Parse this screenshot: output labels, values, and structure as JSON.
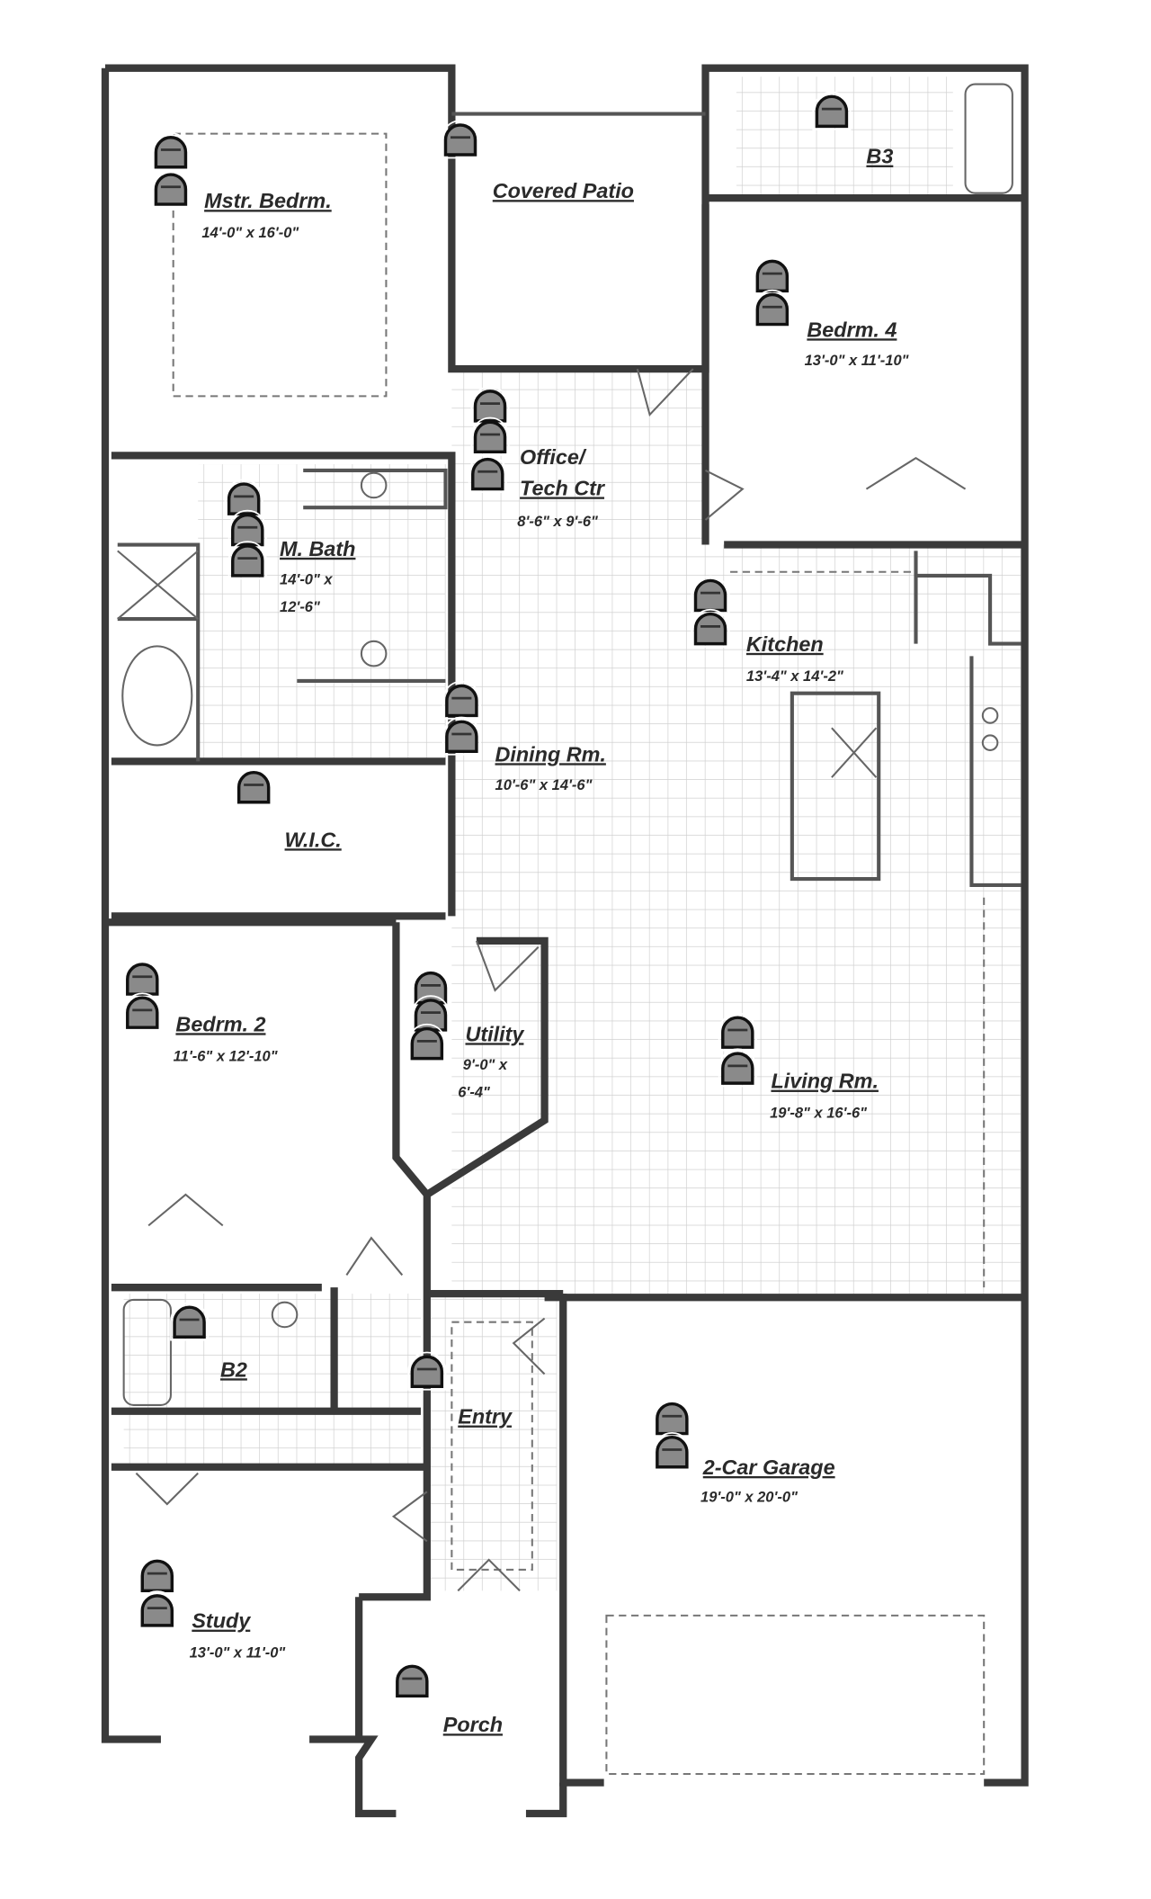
{
  "rooms": {
    "master_bedroom": {
      "name": "Mstr. Bedrm.",
      "dims": "14'-0\" x 16'-0\""
    },
    "covered_patio": {
      "name": "Covered Patio"
    },
    "bath3": {
      "name": "B3"
    },
    "bedroom4": {
      "name": "Bedrm. 4",
      "dims": "13'-0\" x 11'-10\""
    },
    "office": {
      "name_line1": "Office/",
      "name_line2": "Tech Ctr",
      "dims": "8'-6\" x 9'-6\""
    },
    "master_bath": {
      "name": "M. Bath",
      "dims_line1": "14'-0\" x",
      "dims_line2": "12'-6\""
    },
    "kitchen": {
      "name": "Kitchen",
      "dims": "13'-4\" x 14'-2\""
    },
    "dining": {
      "name": "Dining Rm.",
      "dims": "10'-6\" x 14'-6\""
    },
    "wic": {
      "name": "W.I.C."
    },
    "bedroom2": {
      "name": "Bedrm. 2",
      "dims": "11'-6\" x 12'-10\""
    },
    "utility": {
      "name": "Utility",
      "dims_line1": "9'-0\" x",
      "dims_line2": "6'-4\""
    },
    "living": {
      "name": "Living Rm.",
      "dims": "19'-8\" x 16'-6\""
    },
    "bath2": {
      "name": "B2"
    },
    "entry": {
      "name": "Entry"
    },
    "garage": {
      "name": "2-Car Garage",
      "dims": "19'-0\" x 20'-0\""
    },
    "study": {
      "name": "Study",
      "dims": "13'-0\" x 11'-0\""
    },
    "porch": {
      "name": "Porch"
    }
  },
  "marker_icon": "camera-view-marker",
  "colors": {
    "wall": "#3a3a3a",
    "marker_fill": "#8a8a8a",
    "tile_grid": "#d0d0d0"
  }
}
